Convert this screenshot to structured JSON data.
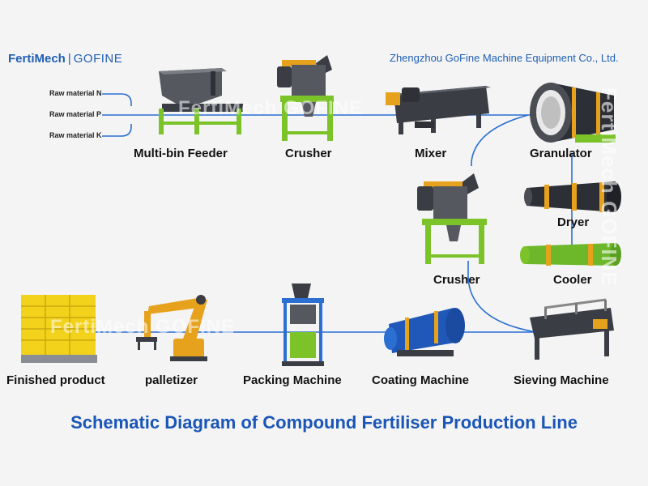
{
  "header": {
    "brand_bold": "FertiMech",
    "brand_sep": "|",
    "brand_name": "GOFINE",
    "company": "Zhengzhou GoFine Machine Equipment Co., Ltd."
  },
  "raw_materials": [
    "Raw material N",
    "Raw material P",
    "Raw material K"
  ],
  "machines": {
    "feeder": "Multi-bin Feeder",
    "crusher_top": "Crusher",
    "mixer": "Mixer",
    "granulator": "Granulator",
    "crusher_mid": "Crusher",
    "dryer": "Dryer",
    "cooler": "Cooler",
    "sieving": "Sieving Machine",
    "coating": "Coating Machine",
    "packing": "Packing Machine",
    "palletizer": "palletizer",
    "finished": "Finished product"
  },
  "title": "Schematic Diagram of Compound Fertiliser Production Line",
  "watermarks": [
    "FertiMech GOFINE",
    "FertiMech GOFINE",
    "FertiMech GOFINE"
  ],
  "colors": {
    "accent_blue": "#1a55b8",
    "flow_line": "#2a6fd1",
    "machine_green": "#7cc32a",
    "machine_steel": "#3a3d44",
    "machine_orange": "#e6a21c"
  }
}
